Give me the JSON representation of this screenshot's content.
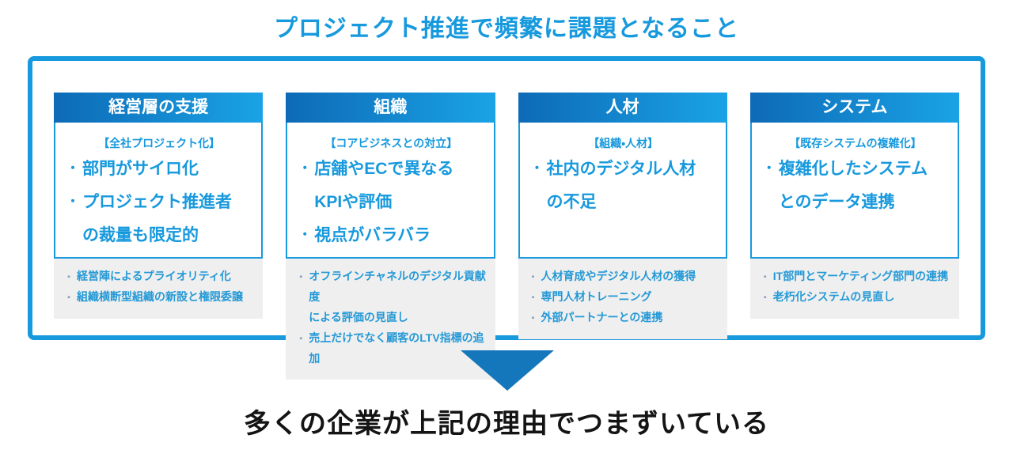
{
  "title": "プロジェクト推進で頻繁に課題となること",
  "conclusion": "多くの企業が上記の理由でつまずいている",
  "bullet_char": "・",
  "colors": {
    "accent_blue": "#1799dd",
    "header_gradient_left": "#0d6ab6",
    "header_gradient_right": "#1aa3e6",
    "arrow_blue": "#1577bb",
    "panel_gray": "#efefef"
  },
  "columns": [
    {
      "header": "経営層の支援",
      "subtitle": "【全社プロジェクト化】",
      "points": [
        "部門がサイロ化",
        "プロジェクト推進者\nの裁量も限定的"
      ],
      "solutions": [
        "経営陣によるプライオリティ化",
        "組織横断型組織の新設と権限委譲"
      ]
    },
    {
      "header": "組織",
      "subtitle": "【コアビジネスとの対立】",
      "points": [
        "店舗やECで異なる\nKPIや評価",
        "視点がバラバラ"
      ],
      "solutions": [
        "オフラインチャネルのデジタル貢献度\nによる評価の見直し",
        "売上だけでなく顧客のLTV指標の追加"
      ]
    },
    {
      "header": "人材",
      "subtitle": "【組織・人材】",
      "points": [
        "社内のデジタル人材\nの不足"
      ],
      "solutions": [
        "人材育成やデジタル人材の獲得",
        "専門人材トレーニング",
        "外部パートナーとの連携"
      ]
    },
    {
      "header": "システム",
      "subtitle": "【既存システムの複雑化】",
      "points": [
        "複雑化したシステム\nとのデータ連携"
      ],
      "solutions": [
        "IT部門とマーケティング部門の連携",
        "老朽化システムの見直し"
      ]
    }
  ]
}
